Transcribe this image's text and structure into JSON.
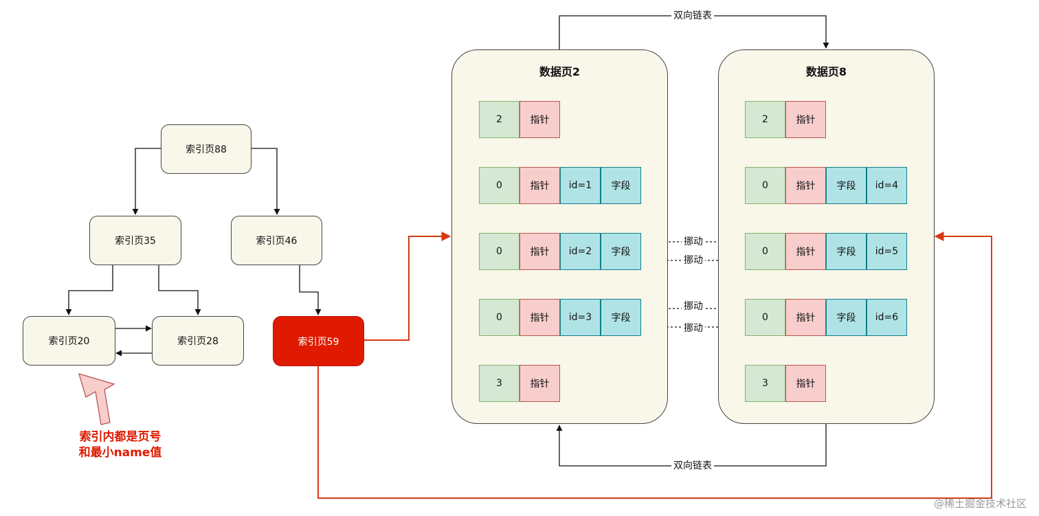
{
  "index_pages": {
    "root": "索引页88",
    "left": "索引页35",
    "right": "索引页46",
    "leaf_a": "索引页20",
    "leaf_b": "索引页28",
    "leaf_c": "索引页59"
  },
  "data_page_left": {
    "title": "数据页2",
    "rows": [
      [
        "2",
        "指针"
      ],
      [
        "0",
        "指针",
        "id=1",
        "字段"
      ],
      [
        "0",
        "指针",
        "id=2",
        "字段"
      ],
      [
        "0",
        "指针",
        "id=3",
        "字段"
      ],
      [
        "3",
        "指针"
      ]
    ]
  },
  "data_page_right": {
    "title": "数据页8",
    "rows": [
      [
        "2",
        "指针"
      ],
      [
        "0",
        "指针",
        "字段",
        "id=4"
      ],
      [
        "0",
        "指针",
        "字段",
        "id=5"
      ],
      [
        "0",
        "指针",
        "字段",
        "id=6"
      ],
      [
        "3",
        "指针"
      ]
    ]
  },
  "links": {
    "top": "双向链表",
    "bottom": "双向链表",
    "move": [
      "挪动",
      "挪动",
      "挪动",
      "挪动"
    ]
  },
  "annotation": {
    "line1": "索引内都是页号",
    "line2": "和最小name值"
  },
  "watermark": "@稀土掘金技术社区",
  "colors": {
    "highlight": "#e01a00",
    "node_bg": "#f9f7ea",
    "record_number": "#d5e8d4",
    "record_pointer": "#f8cecc",
    "record_field": "#b0e3e6"
  }
}
